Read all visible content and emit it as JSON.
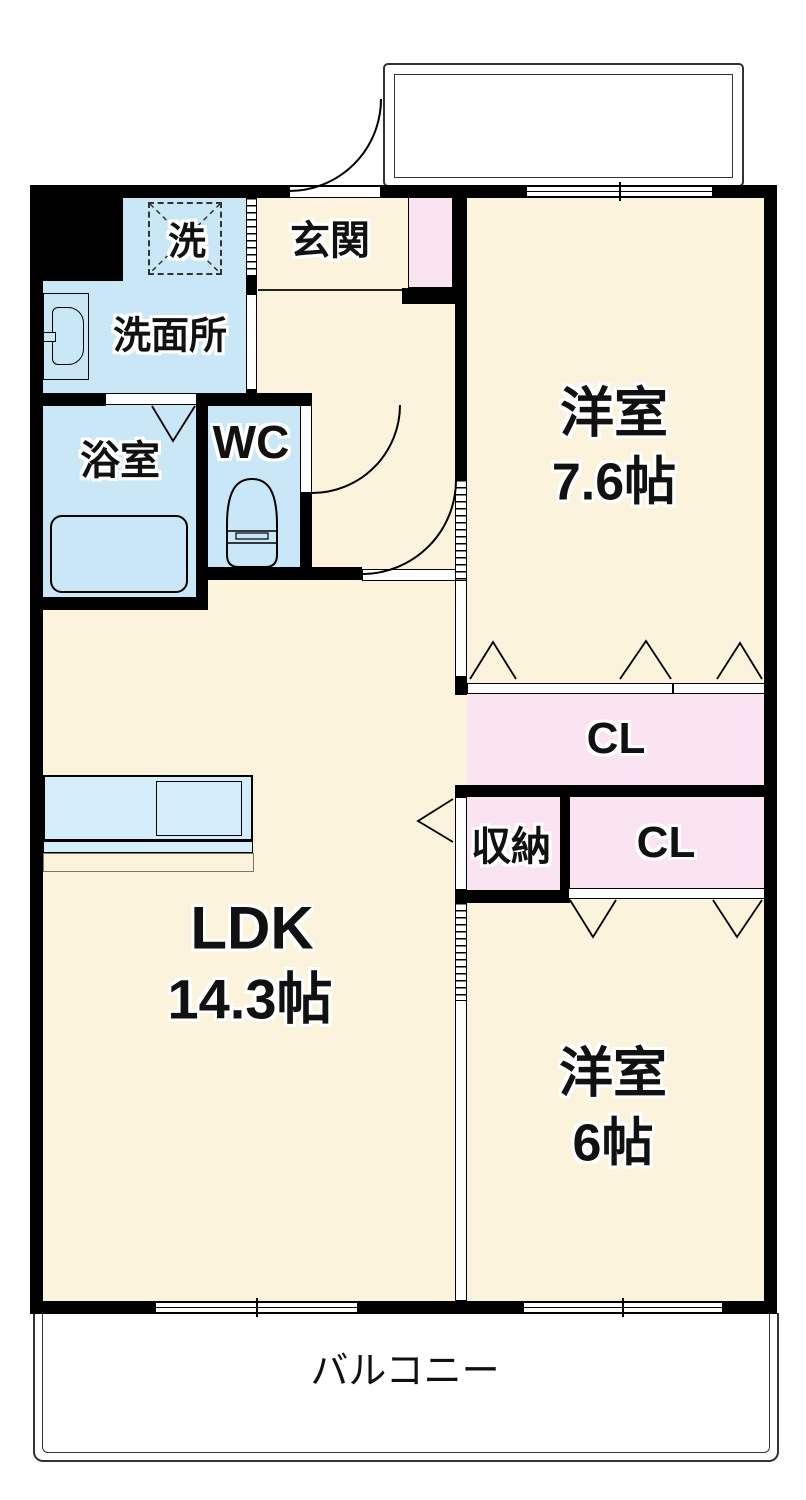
{
  "rooms": {
    "genkan": {
      "label": "玄関"
    },
    "laundry": {
      "label": "洗"
    },
    "washroom": {
      "label": "洗面所"
    },
    "bathroom": {
      "label": "浴室"
    },
    "wc": {
      "label": "WC"
    },
    "western1": {
      "label": "洋室",
      "size": "7.6帖"
    },
    "ldk": {
      "label": "LDK",
      "size": "14.3帖"
    },
    "western2": {
      "label": "洋室",
      "size": "6帖"
    },
    "closet1": {
      "label": "CL"
    },
    "storage": {
      "label": "収納"
    },
    "closet2": {
      "label": "CL"
    },
    "balcony": {
      "label": "バルコニー"
    }
  },
  "colors": {
    "room_cream": "#FCF3DC",
    "wet_blue": "#C9E7F6",
    "closet_pink": "#FAE4F1",
    "counter_blue": "#D4EDFA",
    "wall": "#000000",
    "line": "#333333"
  }
}
